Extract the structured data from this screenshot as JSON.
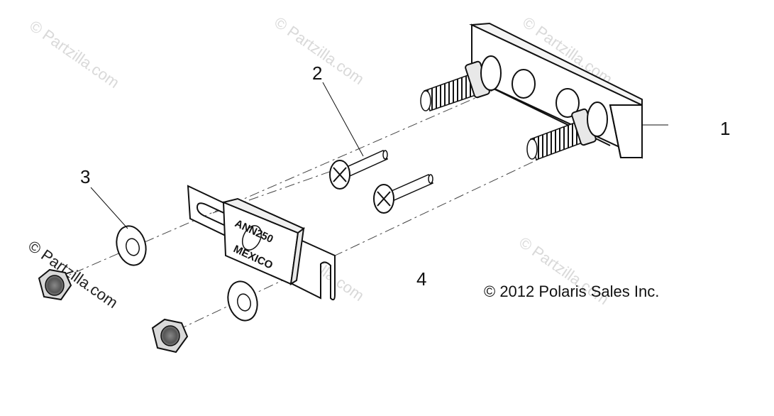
{
  "callouts": {
    "c1": "1",
    "c2": "2",
    "c3": "3",
    "c4": "4"
  },
  "copyright": "© 2012 Polaris Sales Inc.",
  "watermark": "© Partzilla.com",
  "fuse": {
    "line1": "ANN250",
    "line2": "MEXICO"
  }
}
